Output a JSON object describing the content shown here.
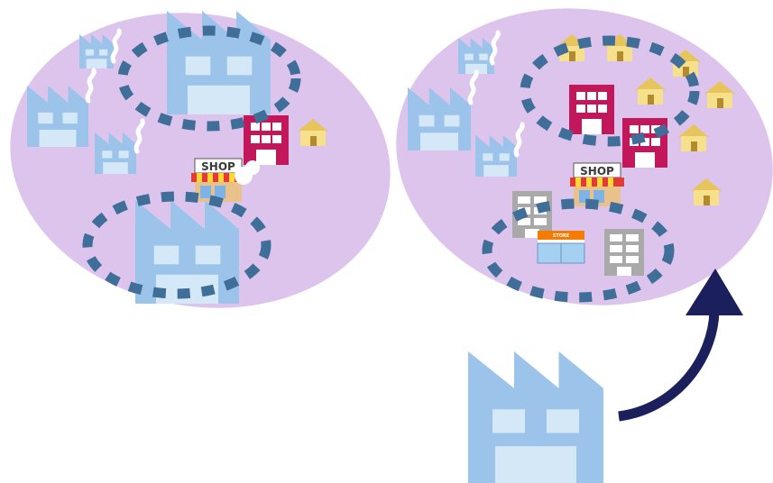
{
  "colors": {
    "background": "#ffffff",
    "region": "#dcc4ec",
    "factory": "#9cc4ea",
    "factory_window": "#d4e8f8",
    "dashed_boundary": "#3f6e98",
    "arrow": "#1b1f5c",
    "apartment": "#c2185b",
    "house": "#f6e08c",
    "office": "#9e9e9e"
  },
  "labels": {
    "left_shop_sign": "SHOP",
    "right_shop_sign": "SHOP",
    "store_sign": "STORE"
  },
  "icons": {
    "factory": "factory-icon",
    "apartment": "apartment-building-icon",
    "house": "house-icon",
    "shop": "shop-icon",
    "store": "convenience-store-icon",
    "office": "office-building-icon",
    "arrow": "relocation-arrow-icon"
  }
}
